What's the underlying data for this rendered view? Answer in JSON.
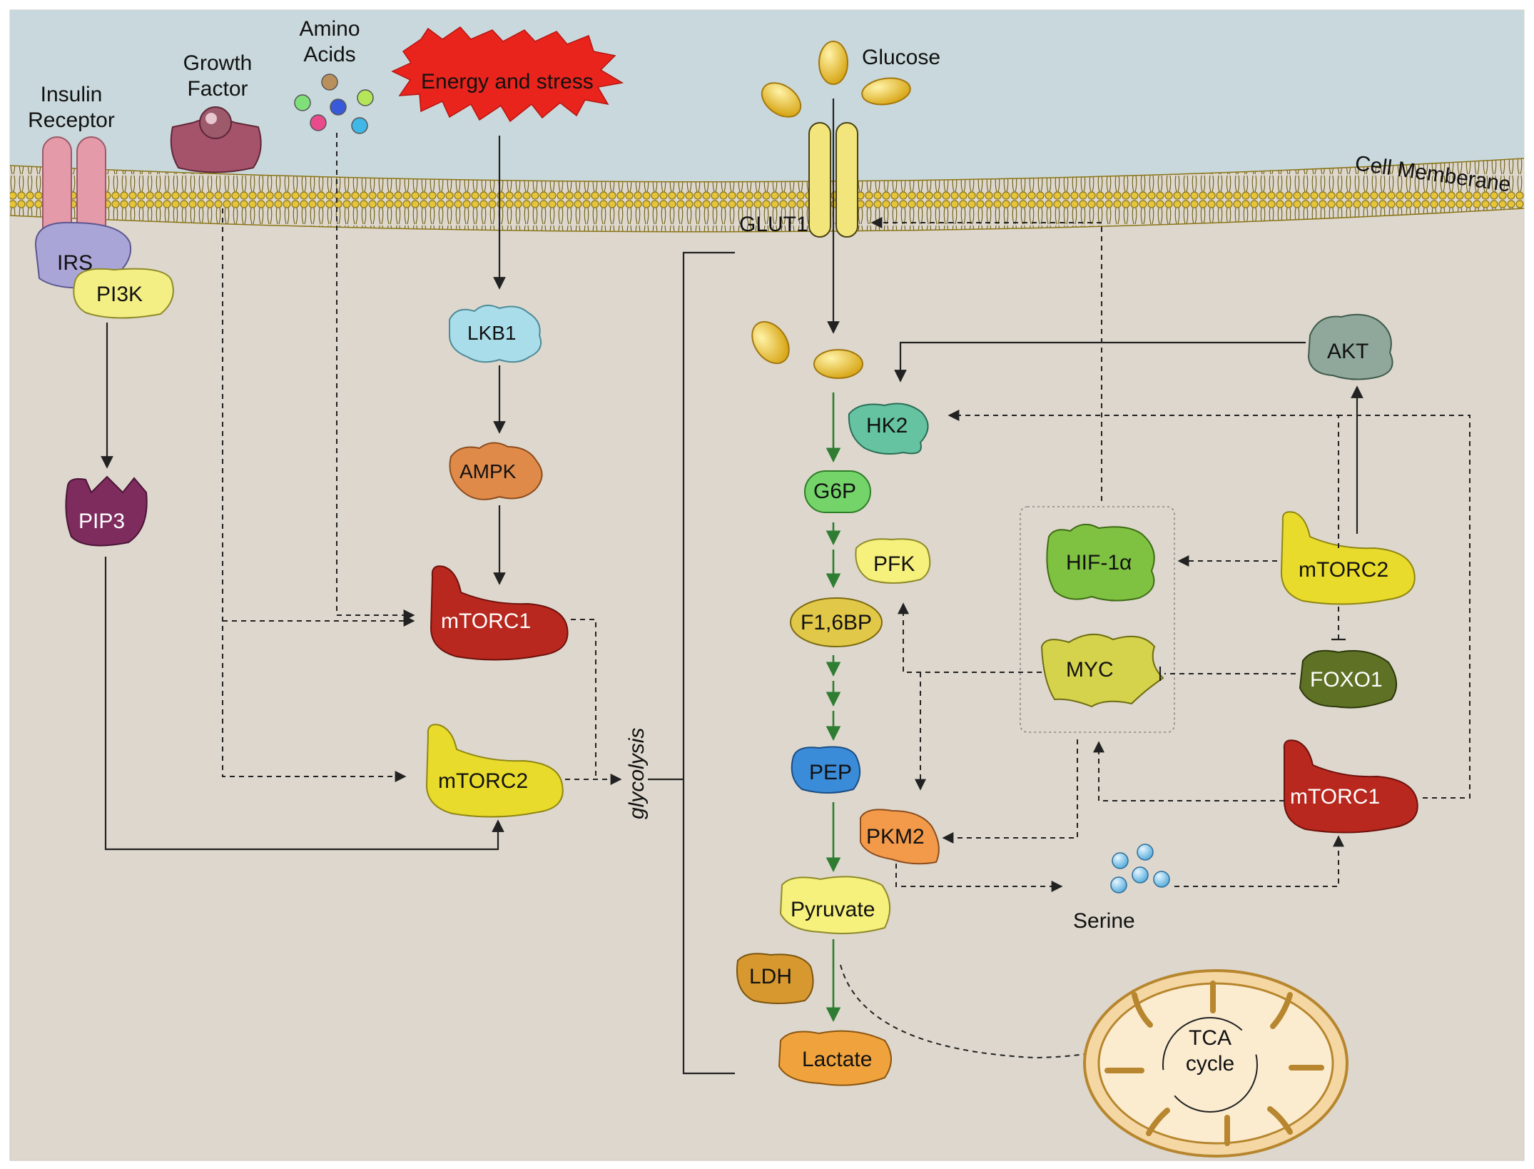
{
  "labels": {
    "insulin_receptor": [
      "Insulin",
      "Receptor"
    ],
    "growth_factor": [
      "Growth",
      "Factor"
    ],
    "amino_acids": [
      "Amino",
      "Acids"
    ],
    "energy_stress": "Energy and  stress",
    "glucose": "Glucose",
    "cell_membrane": "Cell Memberane",
    "glut1": "GLUT1",
    "irs": "IRS",
    "pi3k": "PI3K",
    "pip3": "PIP3",
    "lkb1": "LKB1",
    "ampk": "AMPK",
    "mtorc1_left": "mTORC1",
    "mtorc2_left": "mTORC2",
    "glycolysis": "glycolysis",
    "hk2": "HK2",
    "g6p": "G6P",
    "pfk": "PFK",
    "f16bp": "F1,6BP",
    "pep": "PEP",
    "pkm2": "PKM2",
    "pyruvate": "Pyruvate",
    "ldh": "LDH",
    "lactate": "Lactate",
    "akt": "AKT",
    "hif1a": "HIF-1α",
    "myc": "MYC",
    "mtorc2_right": "mTORC2",
    "foxo1": "FOXO1",
    "mtorc1_right": "mTORC1",
    "serine": "Serine",
    "tca": [
      "TCA",
      "cycle"
    ]
  },
  "colors": {
    "extracellular": "#c9d8dc",
    "cytoplasm": "#ddd7cd",
    "membrane": "#e8c93a",
    "mtorc1": "#b8281e",
    "mtorc2": "#e9db2c",
    "glucose": "#e9c031"
  }
}
